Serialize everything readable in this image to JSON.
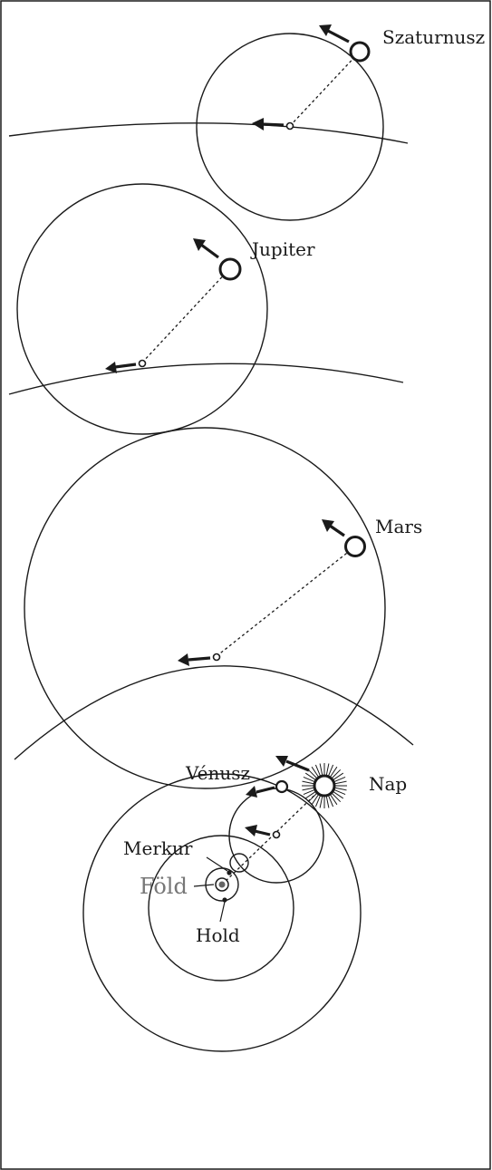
{
  "labels": {
    "saturn": "Szaturnusz",
    "jupiter": "Jupiter",
    "mars": "Mars",
    "venus": "Vénusz",
    "sun": "Nap",
    "mercury": "Merkur",
    "earth": "Föld",
    "moon": "Hold"
  },
  "colors": {
    "ink": "#1a1a1a",
    "earth_label": "#777777",
    "background": "#ffffff"
  }
}
